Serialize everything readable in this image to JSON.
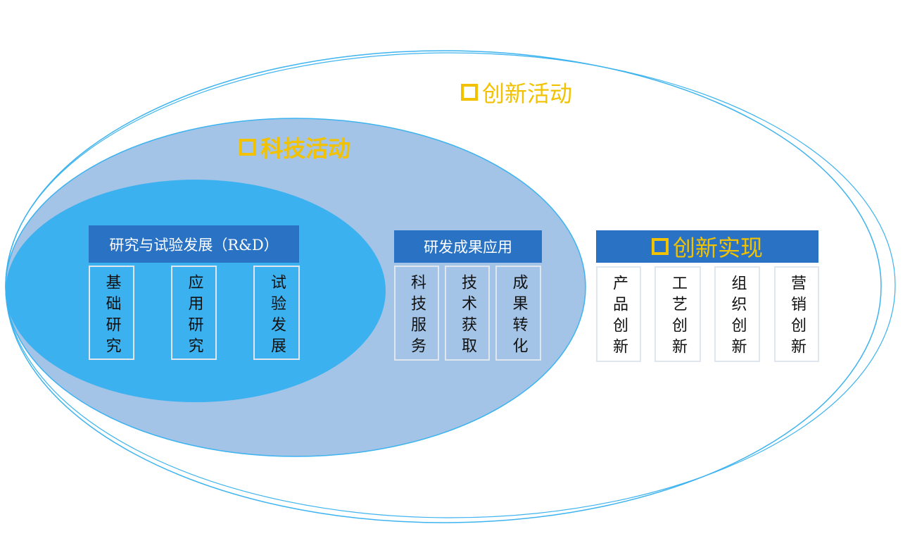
{
  "innovation_activity": {
    "label": "创新活动"
  },
  "sci_tech_activity": {
    "label": "科技活动"
  },
  "rd": {
    "title": "研究与试验发展（R&D）",
    "items": [
      "基础研究",
      "应用研究",
      "试验发展"
    ]
  },
  "rd_application": {
    "title": "研发成果应用",
    "items": [
      "科技服务",
      "技术获取",
      "成果转化"
    ]
  },
  "innovation_realization": {
    "title": "创新实现",
    "items": [
      "产品创新",
      "工艺创新",
      "组织创新",
      "营销创新"
    ]
  },
  "colors": {
    "outer_stroke": "#3db3ef",
    "middle_fill": "#a3c4e6",
    "inner_fill": "#3cb1f0",
    "header": "#2a72c3",
    "accent": "#f2c200"
  }
}
